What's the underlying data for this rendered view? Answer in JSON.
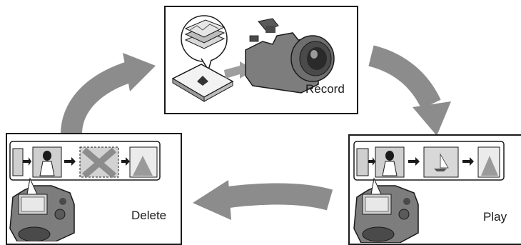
{
  "panels": {
    "record": {
      "label": "Record"
    },
    "play": {
      "label": "Play"
    },
    "delete": {
      "label": "Delete"
    }
  },
  "colors": {
    "arrow": "#8c8c8c",
    "stroke": "#1a1a1a",
    "camera_body": "#7d7d7d",
    "camera_dark": "#4a4a4a",
    "frame_fill": "#cfcfcf"
  },
  "icons": [
    "photo-stack-icon",
    "memory-card-icon",
    "camera-icon",
    "filmstrip-icon",
    "delete-cross-icon",
    "right-arrow-icon"
  ]
}
